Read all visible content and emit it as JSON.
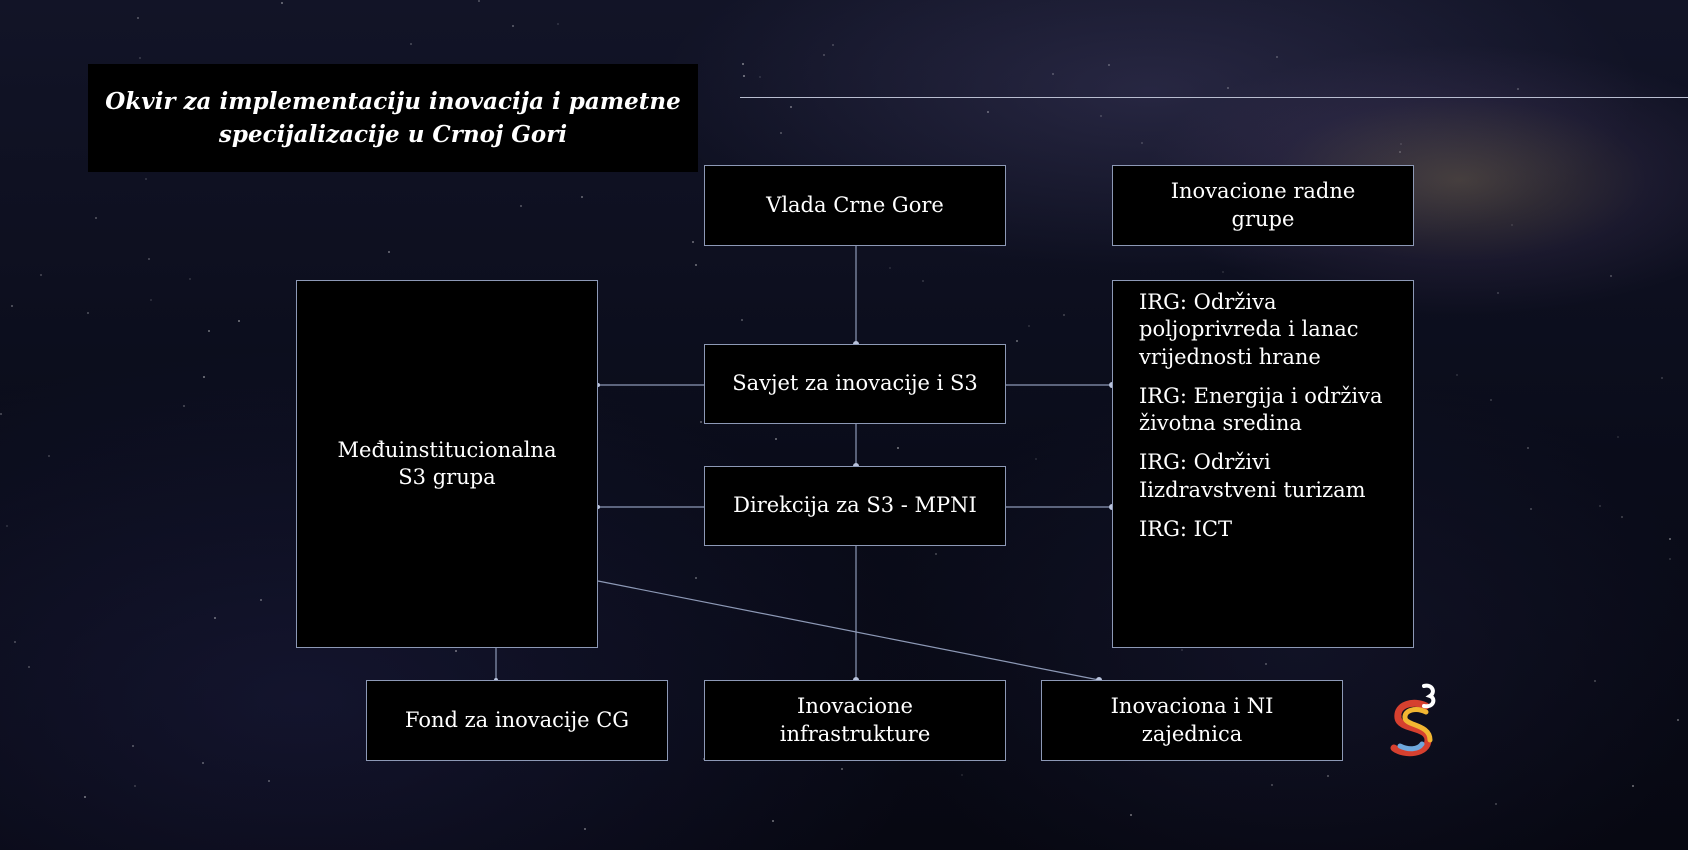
{
  "title": "Okvir za implementaciju inovacija i pametne specijalizacije u Crnoj Gori",
  "boxes": {
    "vlada": "Vlada Crne Gore",
    "radne_grupe": "Inovacione radne grupe",
    "meduinstitucionalna": "Međuinstitucionalna S3 grupa",
    "savjet": "Savjet za inovacije i S3",
    "direkcija": "Direkcija za S3 - MPNI",
    "fond": "Fond za inovacije CG",
    "infrastrukture": "Inovacione infrastrukture",
    "zajednica": "Inovaciona i NI zajednica"
  },
  "irg_items": [
    "IRG: Održiva poljoprivreda i lanac vrijednosti hrane",
    "IRG: Energija i održiva životna sredina",
    "IRG: Održivi Iizdravstveni turizam",
    "IRG: ICT"
  ],
  "logo": {
    "icon": "s3-logo-icon",
    "colors": [
      "#d6402f",
      "#f2b632",
      "#6fa8dc",
      "#ffffff"
    ]
  },
  "colors": {
    "box_border": "#8d99b6",
    "connector": "#8d99b6",
    "dot": "#b9c3dc"
  }
}
